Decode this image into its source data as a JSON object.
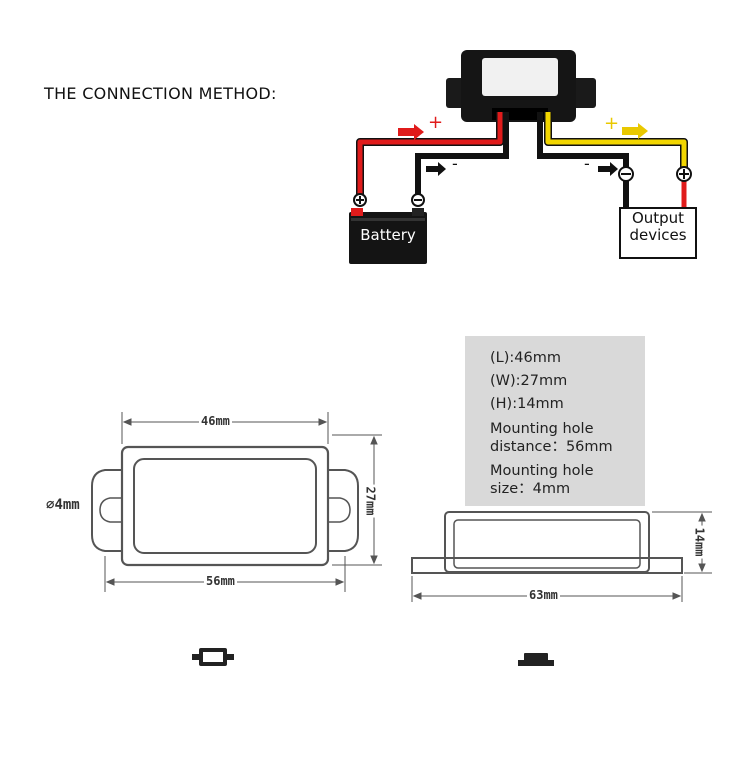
{
  "heading": "THE CONNECTION METHOD:",
  "wiring": {
    "battery_label": "Battery",
    "output_label_line1": "Output",
    "output_label_line2": "devices",
    "plus_sign": "+",
    "minus_sign": "-"
  },
  "specs": {
    "length": "(L):46mm",
    "width": "(W):27mm",
    "height": "(H):14mm",
    "hole_distance_line1": "Mounting hole",
    "hole_distance_line2": "distance：56mm",
    "hole_size_line1": "Mounting hole",
    "hole_size_line2": "size：4mm"
  },
  "dimensions": {
    "top_width": "46mm",
    "hole_diameter": "4mm",
    "right_height": "27mm",
    "bottom_width": "56mm",
    "side_width": "63mm",
    "side_height": "14mm"
  },
  "colors": {
    "positive_input": "#e01b1b",
    "positive_output": "#f2d600",
    "negative": "#111111"
  }
}
